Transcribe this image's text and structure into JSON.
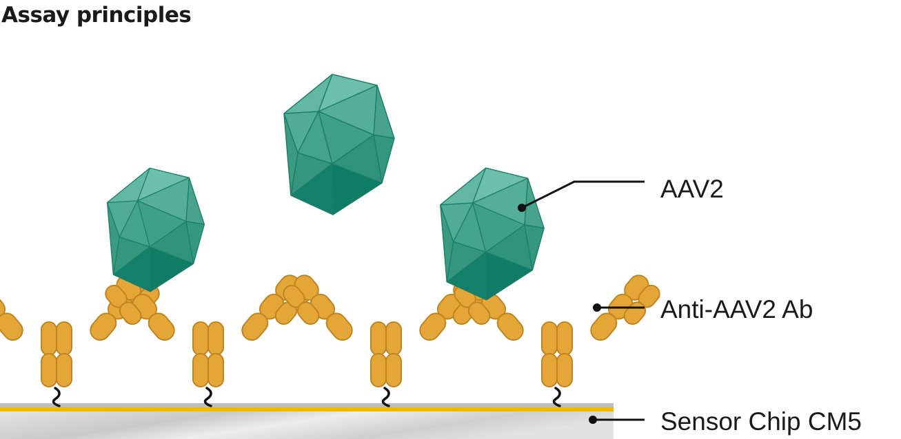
{
  "title": "Assay principles",
  "labels": {
    "virus": "AAV2",
    "antibody": "Anti-AAV2 Ab",
    "chip": "Sensor Chip CM5"
  },
  "colors": {
    "virus": "#2a9a80",
    "antibody": "#e0a030",
    "chip_gold": "#f0b400",
    "chip_surface": "#d8d8d8",
    "leader": "#111111"
  },
  "counts": {
    "antibodies": 4,
    "aav2_particles": 3,
    "bound_particles": 2
  }
}
